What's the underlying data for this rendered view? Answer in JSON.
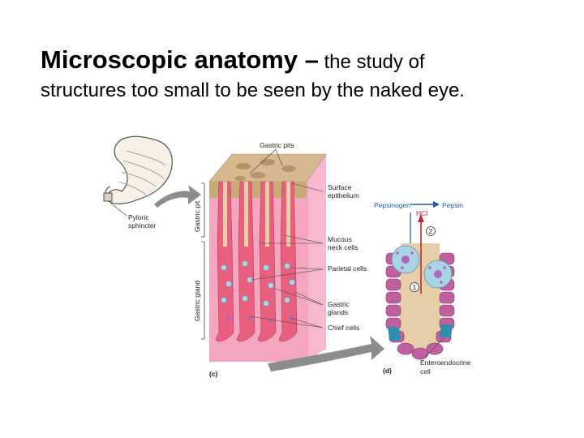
{
  "title": {
    "term": "Microscopic anatomy –",
    "rest": " the study of",
    "line2": "structures too small to be seen by the naked eye."
  },
  "figure": {
    "labels": {
      "pyloric_sphincter_1": "Pyloric",
      "pyloric_sphincter_2": "sphincter",
      "gastric_pits": "Gastric pits",
      "gastric_pit": "Gastric pit",
      "gastric_gland": "Gastric gland",
      "surface_epithelium_1": "Surface",
      "surface_epithelium_2": "epithelium",
      "mucous_neck_cells_1": "Mucous",
      "mucous_neck_cells_2": "neck cells",
      "parietal_cells": "Parietal cells",
      "gastric_glands_1": "Gastric",
      "gastric_glands_2": "glands",
      "chief_cells": "Chief cells",
      "panel_c": "(c)",
      "panel_d": "(d)",
      "pepsinogen": "Pepsinogen",
      "pepsin": "Pepsin",
      "hcl": "HCl",
      "step_1": "1",
      "step_2": "2",
      "enteroendocrine_cell_1": "Enteroendocrine",
      "enteroendocrine_cell_2": "cell"
    },
    "colors": {
      "tissue_pink": "#f4a6c0",
      "gland_pink": "#e8607e",
      "block_tan": "#d7b98f",
      "parietal_blue": "#a9d4e6",
      "chief_purple": "#b066b8",
      "arrow_gray": "#7f7f7f",
      "label_blue": "#1f5aa6",
      "label_red": "#c0262c"
    }
  }
}
